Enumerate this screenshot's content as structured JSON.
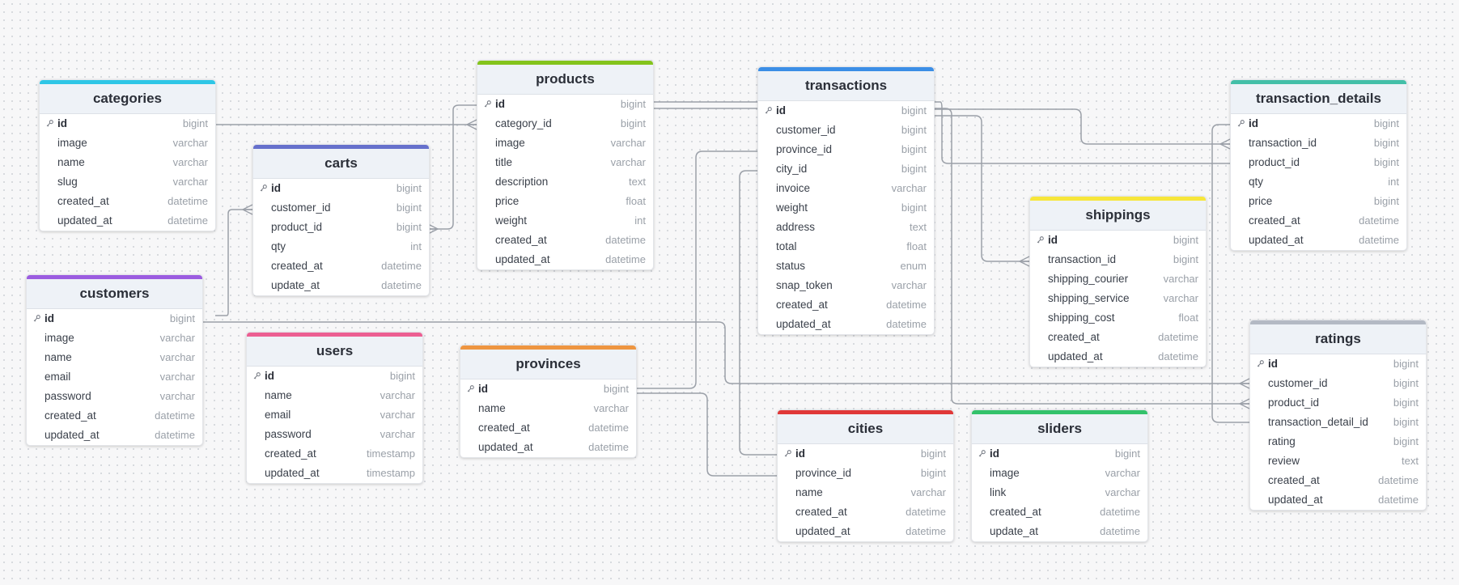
{
  "colors": {
    "categories": "#2ec6e6",
    "products": "#84c41c",
    "transactions": "#3b8ee6",
    "transaction_details": "#43bfa8",
    "carts": "#6670cc",
    "shippings": "#f7e63a",
    "customers": "#9b5ce0",
    "users": "#ec5f92",
    "provinces": "#ee9540",
    "ratings": "#b3b9c4",
    "cities": "#e03838",
    "sliders": "#33c26b",
    "connector": "#9ba0a8"
  },
  "key_icon": "key-icon",
  "tables": [
    {
      "key": "categories",
      "name": "categories",
      "columns": [
        {
          "name": "id",
          "type": "bigint",
          "pk": true
        },
        {
          "name": "image",
          "type": "varchar"
        },
        {
          "name": "name",
          "type": "varchar"
        },
        {
          "name": "slug",
          "type": "varchar"
        },
        {
          "name": "created_at",
          "type": "datetime"
        },
        {
          "name": "updated_at",
          "type": "datetime"
        }
      ]
    },
    {
      "key": "products",
      "name": "products",
      "columns": [
        {
          "name": "id",
          "type": "bigint",
          "pk": true
        },
        {
          "name": "category_id",
          "type": "bigint"
        },
        {
          "name": "image",
          "type": "varchar"
        },
        {
          "name": "title",
          "type": "varchar"
        },
        {
          "name": "description",
          "type": "text"
        },
        {
          "name": "price",
          "type": "float"
        },
        {
          "name": "weight",
          "type": "int"
        },
        {
          "name": "created_at",
          "type": "datetime"
        },
        {
          "name": "updated_at",
          "type": "datetime"
        }
      ]
    },
    {
      "key": "transactions",
      "name": "transactions",
      "columns": [
        {
          "name": "id",
          "type": "bigint",
          "pk": true
        },
        {
          "name": "customer_id",
          "type": "bigint"
        },
        {
          "name": "province_id",
          "type": "bigint"
        },
        {
          "name": "city_id",
          "type": "bigint"
        },
        {
          "name": "invoice",
          "type": "varchar"
        },
        {
          "name": "weight",
          "type": "bigint"
        },
        {
          "name": "address",
          "type": "text"
        },
        {
          "name": "total",
          "type": "float"
        },
        {
          "name": "status",
          "type": "enum"
        },
        {
          "name": "snap_token",
          "type": "varchar"
        },
        {
          "name": "created_at",
          "type": "datetime"
        },
        {
          "name": "updated_at",
          "type": "datetime"
        }
      ]
    },
    {
      "key": "transaction_details",
      "name": "transaction_details",
      "columns": [
        {
          "name": "id",
          "type": "bigint",
          "pk": true
        },
        {
          "name": "transaction_id",
          "type": "bigint"
        },
        {
          "name": "product_id",
          "type": "bigint"
        },
        {
          "name": "qty",
          "type": "int"
        },
        {
          "name": "price",
          "type": "bigint"
        },
        {
          "name": "created_at",
          "type": "datetime"
        },
        {
          "name": "updated_at",
          "type": "datetime"
        }
      ]
    },
    {
      "key": "carts",
      "name": "carts",
      "columns": [
        {
          "name": "id",
          "type": "bigint",
          "pk": true
        },
        {
          "name": "customer_id",
          "type": "bigint"
        },
        {
          "name": "product_id",
          "type": "bigint"
        },
        {
          "name": "qty",
          "type": "int"
        },
        {
          "name": "created_at",
          "type": "datetime"
        },
        {
          "name": "update_at",
          "type": "datetime"
        }
      ]
    },
    {
      "key": "shippings",
      "name": "shippings",
      "columns": [
        {
          "name": "id",
          "type": "bigint",
          "pk": true
        },
        {
          "name": "transaction_id",
          "type": "bigint"
        },
        {
          "name": "shipping_courier",
          "type": "varchar"
        },
        {
          "name": "shipping_service",
          "type": "varchar"
        },
        {
          "name": "shipping_cost",
          "type": "float"
        },
        {
          "name": "created_at",
          "type": "datetime"
        },
        {
          "name": "updated_at",
          "type": "datetime"
        }
      ]
    },
    {
      "key": "customers",
      "name": "customers",
      "columns": [
        {
          "name": "id",
          "type": "bigint",
          "pk": true
        },
        {
          "name": "image",
          "type": "varchar"
        },
        {
          "name": "name",
          "type": "varchar"
        },
        {
          "name": "email",
          "type": "varchar"
        },
        {
          "name": "password",
          "type": "varchar"
        },
        {
          "name": "created_at",
          "type": "datetime"
        },
        {
          "name": "updated_at",
          "type": "datetime"
        }
      ]
    },
    {
      "key": "users",
      "name": "users",
      "columns": [
        {
          "name": "id",
          "type": "bigint",
          "pk": true
        },
        {
          "name": "name",
          "type": "varchar"
        },
        {
          "name": "email",
          "type": "varchar"
        },
        {
          "name": "password",
          "type": "varchar"
        },
        {
          "name": "created_at",
          "type": "timestamp"
        },
        {
          "name": "updated_at",
          "type": "timestamp"
        }
      ]
    },
    {
      "key": "provinces",
      "name": "provinces",
      "columns": [
        {
          "name": "id",
          "type": "bigint",
          "pk": true
        },
        {
          "name": "name",
          "type": "varchar"
        },
        {
          "name": "created_at",
          "type": "datetime"
        },
        {
          "name": "updated_at",
          "type": "datetime"
        }
      ]
    },
    {
      "key": "ratings",
      "name": "ratings",
      "columns": [
        {
          "name": "id",
          "type": "bigint",
          "pk": true
        },
        {
          "name": "customer_id",
          "type": "bigint"
        },
        {
          "name": "product_id",
          "type": "bigint"
        },
        {
          "name": "transaction_detail_id",
          "type": "bigint"
        },
        {
          "name": "rating",
          "type": "bigint"
        },
        {
          "name": "review",
          "type": "text"
        },
        {
          "name": "created_at",
          "type": "datetime"
        },
        {
          "name": "updated_at",
          "type": "datetime"
        }
      ]
    },
    {
      "key": "cities",
      "name": "cities",
      "columns": [
        {
          "name": "id",
          "type": "bigint",
          "pk": true
        },
        {
          "name": "province_id",
          "type": "bigint"
        },
        {
          "name": "name",
          "type": "varchar"
        },
        {
          "name": "created_at",
          "type": "datetime"
        },
        {
          "name": "updated_at",
          "type": "datetime"
        }
      ]
    },
    {
      "key": "sliders",
      "name": "sliders",
      "columns": [
        {
          "name": "id",
          "type": "bigint",
          "pk": true
        },
        {
          "name": "image",
          "type": "varchar"
        },
        {
          "name": "link",
          "type": "varchar"
        },
        {
          "name": "created_at",
          "type": "datetime"
        },
        {
          "name": "update_at",
          "type": "datetime"
        }
      ]
    }
  ]
}
